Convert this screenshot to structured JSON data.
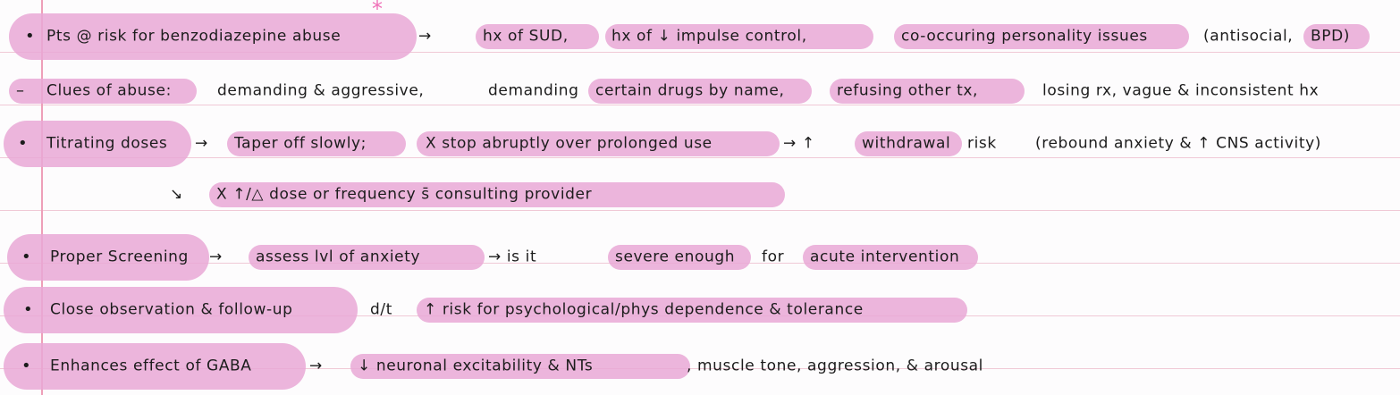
{
  "marks": {
    "bullet": "•",
    "dash": "–",
    "star": "*"
  },
  "lines": [
    {
      "segments": [
        "Pts @ risk for benzodiazepine abuse",
        "→",
        "hx of SUD,",
        "hx of ↓ impulse control,",
        "co-occuring personality issues",
        "(antisocial,",
        "BPD)"
      ]
    },
    {
      "segments": [
        "Clues of abuse:",
        "demanding & aggressive,",
        "demanding",
        "certain drugs by name,",
        "refusing other tx,",
        "losing rx, vague & inconsistent hx"
      ]
    },
    {
      "segments": [
        "Titrating doses",
        "→",
        "Taper off slowly;",
        "X stop abruptly over prolonged use",
        "→ ↑",
        "withdrawal",
        "risk",
        "(rebound anxiety & ↑ CNS activity)"
      ]
    },
    {
      "segments": [
        "↘",
        "X ↑/△ dose or frequency s̄ consulting provider"
      ]
    },
    {
      "segments": [
        "Proper Screening",
        "→",
        "assess lvl of anxiety",
        "→ is it",
        "severe enough",
        "for",
        "acute intervention"
      ]
    },
    {
      "segments": [
        "Close observation & follow-up",
        "d/t",
        "↑ risk for psychological/phys dependence & tolerance"
      ]
    },
    {
      "segments": [
        "Enhances effect of GABA",
        "→",
        "↓ neuronal excitability & NTs",
        ", muscle tone, aggression, & arousal"
      ]
    }
  ]
}
